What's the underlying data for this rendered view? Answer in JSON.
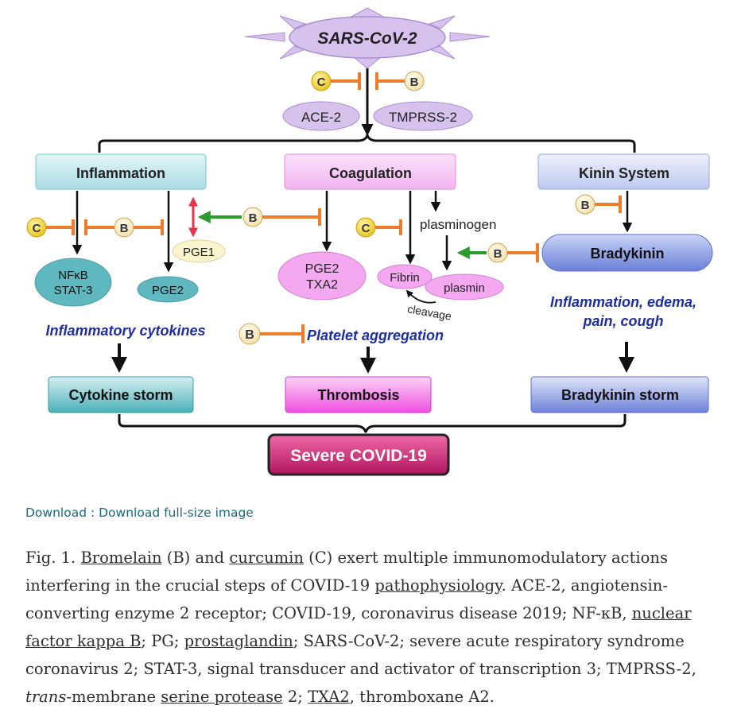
{
  "figure": {
    "virus": "SARS-CoV-2",
    "ace2": "ACE-2",
    "tmprss2": "TMPRSS-2",
    "c": "C",
    "b": "B",
    "inflammation": "Inflammation",
    "coagulation": "Coagulation",
    "kinin": "Kinin System",
    "nfkb": "NFκB",
    "stat3": "STAT-3",
    "pge2": "PGE2",
    "pge1": "PGE1",
    "txa2": "TXA2",
    "plasminogen": "plasminogen",
    "fibrin": "Fibrin",
    "plasmin": "plasmin",
    "cleavage": "cleavage",
    "bradykinin": "Bradykinin",
    "inflammatory_cytokines": "Inflammatory cytokines",
    "platelet_aggregation": "Platelet aggregation",
    "symptoms_line1": "Inflammation, edema,",
    "symptoms_line2": "pain, cough",
    "cytokine_storm": "Cytokine storm",
    "thrombosis": "Thrombosis",
    "bradykinin_storm": "Bradykinin storm",
    "severe": "Severe COVID-19",
    "colors": {
      "inhibit": "#ee7d2b",
      "activate": "#2d9a2d",
      "bidirectional": "#e8334a"
    }
  },
  "download": {
    "prefix": "Download : ",
    "link": "Download full-size image"
  },
  "caption": {
    "fig": "Fig. 1. ",
    "bromelain": "Bromelain",
    "t1": " (B) and ",
    "curcumin": "curcumin",
    "t2": " (C) exert multiple immunomodulatory actions interfering in the crucial steps of COVID-19 ",
    "pathophysiology": "pathophysiology",
    "t3": ". ACE-2, angiotensin-converting enzyme 2 receptor; COVID-19, coronavirus disease 2019; NF-κB, ",
    "nfkb_link": "nuclear factor kappa B",
    "t4": "; PG; ",
    "prostaglandin": "prostaglandin",
    "t5": "; SARS-CoV-2; severe acute respiratory syndrome coronavirus 2; STAT-3, signal transducer and activator of transcription 3; TMPRSS-2, ",
    "trans": "trans",
    "t6": "-membrane ",
    "serine": "serine protease",
    "t7": " 2; ",
    "txa2": "TXA2",
    "t8": ", thromboxane A2."
  }
}
